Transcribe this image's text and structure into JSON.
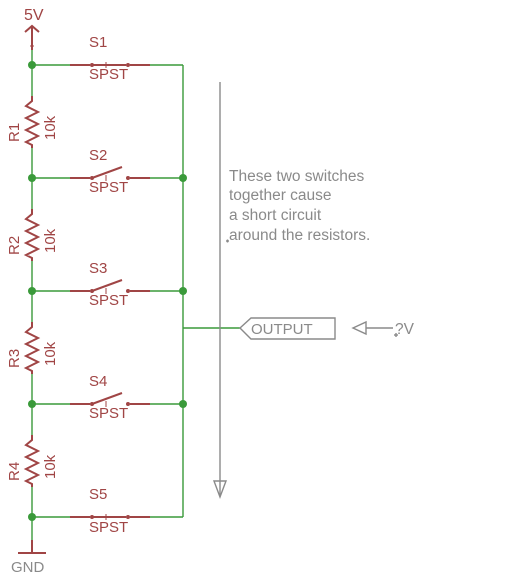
{
  "power": {
    "label": "5V"
  },
  "ground": {
    "label": "GND"
  },
  "resistors": [
    {
      "name": "R1",
      "value": "10k"
    },
    {
      "name": "R2",
      "value": "10k"
    },
    {
      "name": "R3",
      "value": "10k"
    },
    {
      "name": "R4",
      "value": "10k"
    }
  ],
  "switches": [
    {
      "name": "S1",
      "type": "SPST"
    },
    {
      "name": "S2",
      "type": "SPST"
    },
    {
      "name": "S3",
      "type": "SPST"
    },
    {
      "name": "S4",
      "type": "SPST"
    },
    {
      "name": "S5",
      "type": "SPST"
    }
  ],
  "note": {
    "lines": [
      "These two switches",
      "together cause",
      "a short circuit",
      "around the resistors."
    ]
  },
  "output": {
    "label": "OUTPUT",
    "voltage": "?V"
  },
  "colors": {
    "wire": "#3a9a3a",
    "component": "#a04545",
    "annotation": "#8a8a8a"
  }
}
